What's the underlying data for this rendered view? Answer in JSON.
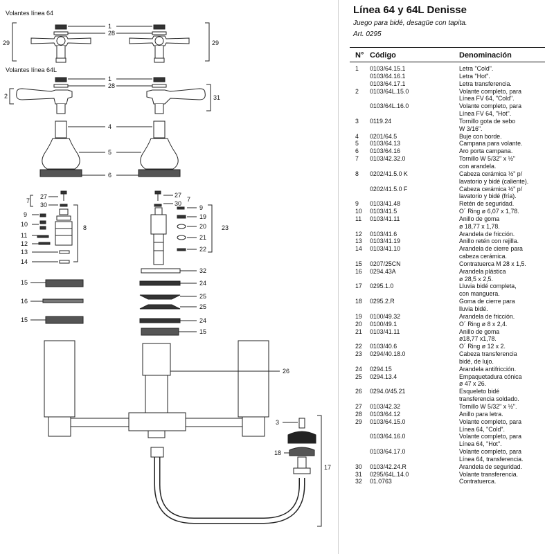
{
  "diagram": {
    "section_labels": [
      "Volantes línea 64",
      "Volantes línea 64L"
    ],
    "callouts": [
      "1",
      "28",
      "29",
      "29",
      "1",
      "28",
      "2",
      "31",
      "4",
      "5",
      "6",
      "7",
      "27",
      "30",
      "9",
      "10",
      "11",
      "12",
      "13",
      "14",
      "8",
      "27",
      "7",
      "30",
      "9",
      "19",
      "20",
      "21",
      "22",
      "23",
      "32",
      "15",
      "16",
      "15",
      "24",
      "25",
      "25",
      "24",
      "15",
      "26",
      "3",
      "18",
      "17"
    ]
  },
  "panel": {
    "title": "Línea 64 y 64L Denisse",
    "subtitle": "Juego para bidé, desagüe con tapita.",
    "art": "Art. 0295",
    "headers": {
      "n": "N°",
      "codigo": "Código",
      "denominacion": "Denominación"
    }
  },
  "parts": [
    {
      "n": "1",
      "code": "0103/64.15.1",
      "desc": "Letra \"Cold\"."
    },
    {
      "n": "",
      "code": "0103/64.16.1",
      "desc": "Letra \"Hot\"."
    },
    {
      "n": "",
      "code": "0103/64.17.1",
      "desc": "Letra transferencia."
    },
    {
      "n": "2",
      "code": "0103/64L.15.0",
      "desc": "Volante completo, para"
    },
    {
      "n": "",
      "code": "",
      "desc": "Línea FV 64, \"Cold\"."
    },
    {
      "n": "",
      "code": "0103/64L.16.0",
      "desc": "Volante completo, para"
    },
    {
      "n": "",
      "code": "",
      "desc": "Línea FV 64, \"Hot\"."
    },
    {
      "n": "3",
      "code": "0119.24",
      "desc": "Tornillo gota de sebo"
    },
    {
      "n": "",
      "code": "",
      "desc": "W 3/16\"."
    },
    {
      "n": "4",
      "code": "0201/64.5",
      "desc": "Buje con borde."
    },
    {
      "n": "5",
      "code": "0103/64.13",
      "desc": "Campana para volante."
    },
    {
      "n": "6",
      "code": "0103/64.16",
      "desc": "Aro porta campana."
    },
    {
      "n": "7",
      "code": "0103/42.32.0",
      "desc": "Tornillo W 5/32\" x ½\""
    },
    {
      "n": "",
      "code": "",
      "desc": "con arandela."
    },
    {
      "n": "8",
      "code": "0202/41.5.0 K",
      "desc": "Cabeza cerámica ½\" p/"
    },
    {
      "n": "",
      "code": "",
      "desc": "lavatorio y bidé (caliente)."
    },
    {
      "n": "",
      "code": "0202/41.5.0 F",
      "desc": "Cabeza cerámica ½\" p/"
    },
    {
      "n": "",
      "code": "",
      "desc": "lavatorio y bidé (fría)."
    },
    {
      "n": "9",
      "code": "0103/41.48",
      "desc": "Retén de seguridad."
    },
    {
      "n": "10",
      "code": "0103/41.5",
      "desc": "O´ Ring ø 6,07 x 1,78."
    },
    {
      "n": "11",
      "code": "0103/41.11",
      "desc": "Anillo de goma"
    },
    {
      "n": "",
      "code": "",
      "desc": "ø 18,77 x 1,78."
    },
    {
      "n": "12",
      "code": "0103/41.6",
      "desc": "Arandela de fricción."
    },
    {
      "n": "13",
      "code": "0103/41.19",
      "desc": "Anillo retén con rejilla."
    },
    {
      "n": "14",
      "code": "0103/41.10",
      "desc": "Arandela de cierre para"
    },
    {
      "n": "",
      "code": "",
      "desc": "cabeza cerámica."
    },
    {
      "n": "15",
      "code": "0207/25CN",
      "desc": "Contratuerca M 28 x 1,5."
    },
    {
      "n": "16",
      "code": "0294.43A",
      "desc": "Arandela plástica"
    },
    {
      "n": "",
      "code": "",
      "desc": "ø 28,5 x 2,5."
    },
    {
      "n": "17",
      "code": "0295.1.0",
      "desc": "Lluvia bidé completa,"
    },
    {
      "n": "",
      "code": "",
      "desc": "con manguera."
    },
    {
      "n": "18",
      "code": "0295.2.R",
      "desc": "Goma de cierre para"
    },
    {
      "n": "",
      "code": "",
      "desc": "lluvia bidé."
    },
    {
      "n": "19",
      "code": "0100/49.32",
      "desc": "Arandela de fricción."
    },
    {
      "n": "20",
      "code": "0100/49.1",
      "desc": "O´ Ring ø 8 x 2,4."
    },
    {
      "n": "21",
      "code": "0103/41.11",
      "desc": "Anillo de goma"
    },
    {
      "n": "",
      "code": "",
      "desc": "ø18,77 x1,78."
    },
    {
      "n": "22",
      "code": "0103/40.6",
      "desc": "O´ Ring ø 12 x 2."
    },
    {
      "n": "23",
      "code": "0294/40.18.0",
      "desc": "Cabeza transferencia"
    },
    {
      "n": "",
      "code": "",
      "desc": "bidé, de lujo."
    },
    {
      "n": "24",
      "code": "0294.15",
      "desc": "Arandela antifricción."
    },
    {
      "n": "25",
      "code": "0294.13.4",
      "desc": "Empaquetadura cónica"
    },
    {
      "n": "",
      "code": "",
      "desc": "ø 47 x 26."
    },
    {
      "n": "26",
      "code": "0294.0/45.21",
      "desc": "Esqueleto bidé"
    },
    {
      "n": "",
      "code": "",
      "desc": "transferencia soldado."
    },
    {
      "n": "27",
      "code": "0103/42.32",
      "desc": "Tornillo W 5/32\" x ½\"."
    },
    {
      "n": "28",
      "code": "0103/64.12",
      "desc": "Anillo para letra."
    },
    {
      "n": "29",
      "code": "0103/64.15.0",
      "desc": "Volante completo, para"
    },
    {
      "n": "",
      "code": "",
      "desc": "Línea 64, \"Cold\"."
    },
    {
      "n": "",
      "code": "0103/64.16.0",
      "desc": "Volante completo, para"
    },
    {
      "n": "",
      "code": "",
      "desc": "Línea 64, \"Hot\"."
    },
    {
      "n": "",
      "code": "0103/64.17.0",
      "desc": "Volante completo, para"
    },
    {
      "n": "",
      "code": "",
      "desc": "Línea 64, transferencia."
    },
    {
      "n": "30",
      "code": "0103/42.24.R",
      "desc": "Arandela de seguridad."
    },
    {
      "n": "31",
      "code": "0295/64L.14.0",
      "desc": "Volante transferencia."
    },
    {
      "n": "32",
      "code": "01.0763",
      "desc": "Contratuerca."
    }
  ]
}
